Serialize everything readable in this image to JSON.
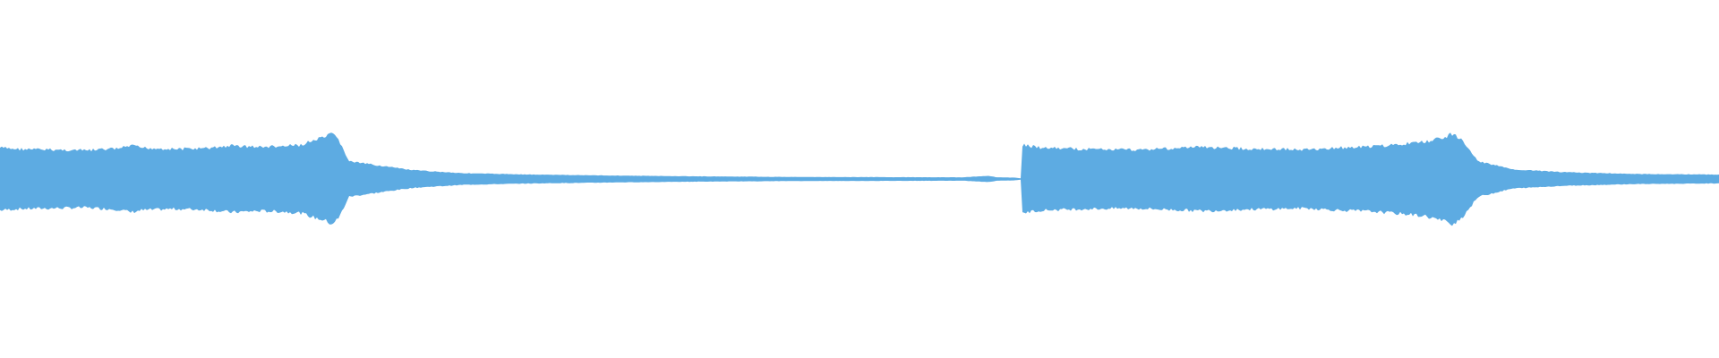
{
  "waveform": {
    "color": "#5dabe2",
    "background": "#ffffff",
    "envelope": [
      [
        0.0,
        0.46
      ],
      [
        0.01,
        0.44
      ],
      [
        0.03,
        0.43
      ],
      [
        0.05,
        0.42
      ],
      [
        0.07,
        0.45
      ],
      [
        0.076,
        0.49
      ],
      [
        0.082,
        0.46
      ],
      [
        0.1,
        0.44
      ],
      [
        0.12,
        0.45
      ],
      [
        0.135,
        0.49
      ],
      [
        0.15,
        0.47
      ],
      [
        0.165,
        0.48
      ],
      [
        0.175,
        0.5
      ],
      [
        0.183,
        0.57
      ],
      [
        0.188,
        0.6
      ],
      [
        0.193,
        0.66
      ],
      [
        0.197,
        0.58
      ],
      [
        0.203,
        0.26
      ],
      [
        0.22,
        0.2
      ],
      [
        0.24,
        0.13
      ],
      [
        0.27,
        0.085
      ],
      [
        0.31,
        0.065
      ],
      [
        0.36,
        0.05
      ],
      [
        0.4,
        0.04
      ],
      [
        0.43,
        0.035
      ],
      [
        0.46,
        0.03
      ],
      [
        0.5,
        0.028
      ],
      [
        0.54,
        0.026
      ],
      [
        0.56,
        0.025
      ],
      [
        0.575,
        0.045
      ],
      [
        0.58,
        0.025
      ],
      [
        0.59,
        0.02
      ],
      [
        0.594,
        0.01
      ],
      [
        0.5945,
        0.5
      ],
      [
        0.605,
        0.46
      ],
      [
        0.63,
        0.44
      ],
      [
        0.66,
        0.43
      ],
      [
        0.68,
        0.45
      ],
      [
        0.7,
        0.47
      ],
      [
        0.72,
        0.45
      ],
      [
        0.74,
        0.44
      ],
      [
        0.76,
        0.43
      ],
      [
        0.78,
        0.46
      ],
      [
        0.8,
        0.48
      ],
      [
        0.82,
        0.52
      ],
      [
        0.83,
        0.55
      ],
      [
        0.84,
        0.62
      ],
      [
        0.845,
        0.66
      ],
      [
        0.85,
        0.58
      ],
      [
        0.86,
        0.26
      ],
      [
        0.88,
        0.14
      ],
      [
        0.91,
        0.1
      ],
      [
        0.95,
        0.075
      ],
      [
        1.0,
        0.065
      ]
    ]
  }
}
